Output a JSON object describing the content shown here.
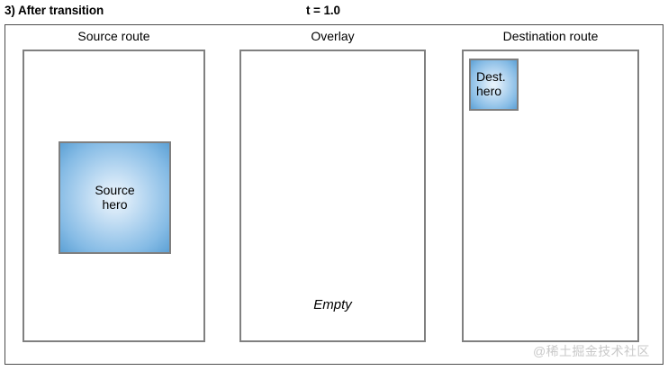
{
  "header": {
    "step_title": "3) After transition",
    "time_label": "t = 1.0"
  },
  "panels": [
    {
      "key": "source",
      "title": "Source route",
      "hero": {
        "name": "source-hero",
        "line1": "Source",
        "line2": "hero"
      }
    },
    {
      "key": "overlay",
      "title": "Overlay",
      "empty_label": "Empty"
    },
    {
      "key": "destination",
      "title": "Destination route",
      "hero": {
        "name": "destination-hero",
        "line1": "Dest.",
        "line2": "hero"
      }
    }
  ],
  "watermark": {
    "text": "@稀土掘金技术社区"
  },
  "colors": {
    "hero_fill_center": "#eaf3fb",
    "hero_fill_edge": "#4a93cd",
    "hero_border": "#7f7f7f",
    "panel_border": "#808080",
    "outer_frame_border": "#4d4d4d",
    "text": "#000000",
    "watermark": "#c9c9c9",
    "background": "#ffffff"
  }
}
